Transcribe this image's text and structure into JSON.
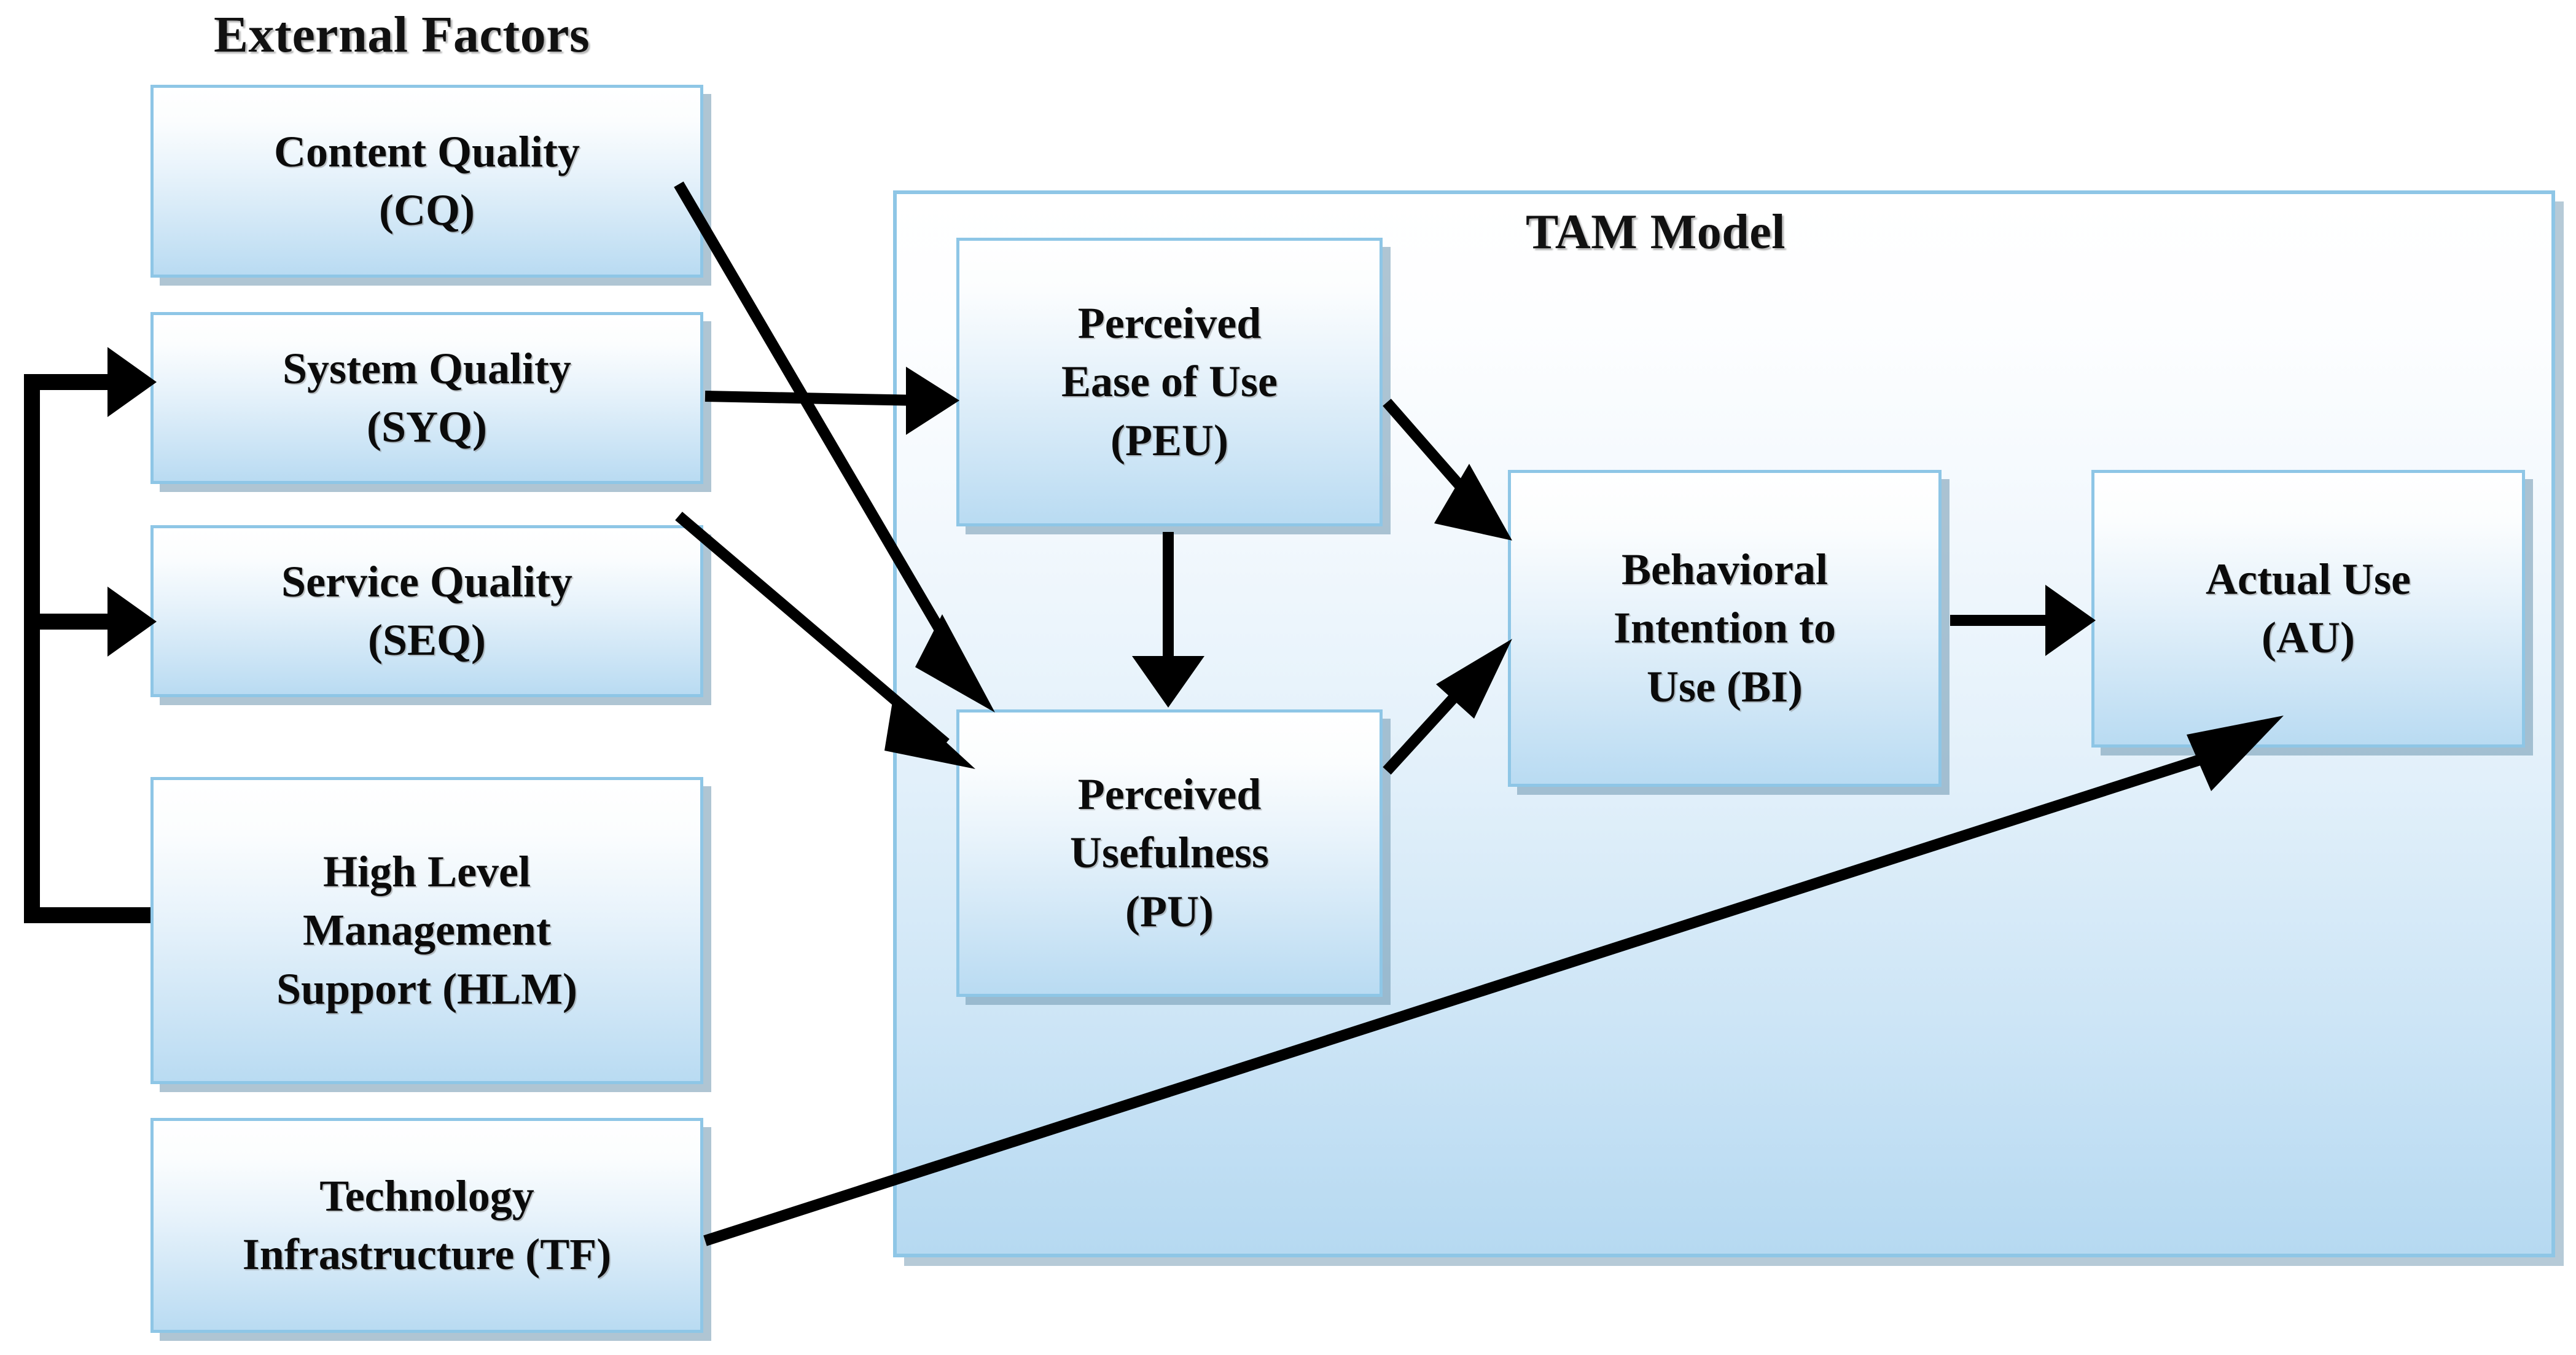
{
  "diagram": {
    "title_external": "External Factors",
    "title_tam": "TAM Model",
    "external_factors": [
      {
        "id": "CQ",
        "line1": "Content Quality",
        "line2": "(CQ)",
        "line3": ""
      },
      {
        "id": "SYQ",
        "line1": "System Quality",
        "line2": "(SYQ)",
        "line3": ""
      },
      {
        "id": "SEQ",
        "line1": "Service Quality",
        "line2": "(SEQ)",
        "line3": ""
      },
      {
        "id": "HLM",
        "line1": "High Level",
        "line2": "Management",
        "line3": "Support (HLM)"
      },
      {
        "id": "TF",
        "line1": "Technology",
        "line2": "Infrastructure (TF)",
        "line3": ""
      }
    ],
    "tam_constructs": [
      {
        "id": "PEU",
        "line1": "Perceived",
        "line2": "Ease of Use",
        "line3": "(PEU)"
      },
      {
        "id": "PU",
        "line1": "Perceived",
        "line2": "Usefulness",
        "line3": "(PU)"
      },
      {
        "id": "BI",
        "line1": "Behavioral",
        "line2": "Intention to",
        "line3": "Use (BI)"
      },
      {
        "id": "AU",
        "line1": "Actual Use",
        "line2": "(AU)",
        "line3": ""
      }
    ],
    "relationships": [
      {
        "from": "CQ",
        "to": "PU",
        "style": "diagonal-down"
      },
      {
        "from": "SYQ",
        "to": "PEU",
        "style": "horizontal"
      },
      {
        "from": "SEQ",
        "to": "PU",
        "style": "diagonal-down"
      },
      {
        "from": "HLM",
        "to": "SYQ",
        "style": "bracket-branch"
      },
      {
        "from": "HLM",
        "to": "SEQ",
        "style": "bracket-branch"
      },
      {
        "from": "TF",
        "to": "AU",
        "style": "long-diagonal-up"
      },
      {
        "from": "PEU",
        "to": "PU",
        "style": "vertical-down"
      },
      {
        "from": "PEU",
        "to": "BI",
        "style": "diagonal-down"
      },
      {
        "from": "PU",
        "to": "BI",
        "style": "diagonal-up"
      },
      {
        "from": "BI",
        "to": "AU",
        "style": "horizontal"
      }
    ],
    "colors": {
      "box_border": "#8EC6E6",
      "box_fill_top": "#FFFFFF",
      "box_fill_bottom": "#B9DBF2",
      "shadow": "#6E96AF",
      "arrow": "#000000",
      "text": "#0B0B0B",
      "background": "#FFFFFF"
    }
  }
}
